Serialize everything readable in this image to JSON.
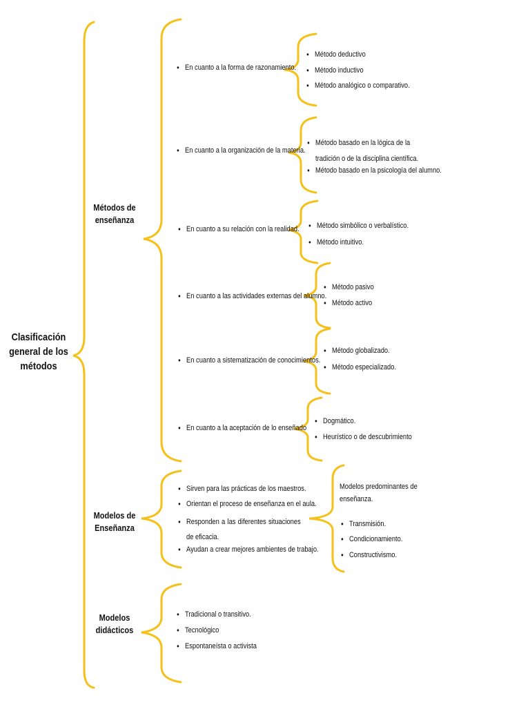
{
  "accent_color": "#F5C018",
  "root_title": "Clasificación general de los métodos",
  "sections": {
    "metodos": {
      "title": "Métodos de enseñanza",
      "criteria": [
        {
          "label": "En cuanto a la forma de razonamiento.",
          "items": [
            "Método deductivo",
            "Método inductivo",
            "Método analógico o comparativo."
          ]
        },
        {
          "label": "En cuanto a la organización de la materia.",
          "items": [
            "Método basado en la lógica de la tradición o de la disciplina científica.",
            "Método basado en la psicología del alumno."
          ]
        },
        {
          "label": "En cuanto a su relación con la realidad.",
          "items": [
            "Método simbólico o verbalístico.",
            "Método intuitivo."
          ]
        },
        {
          "label": "En cuanto a las actividades externas del alumno.",
          "items": [
            "Método pasivo",
            "Método activo"
          ]
        },
        {
          "label": "En cuanto a sistematización de conocimientos.",
          "items": [
            "Método globalizado.",
            "Método especializado."
          ]
        },
        {
          "label": "En cuanto a la aceptación de lo enseñado",
          "items": [
            "Dogmático.",
            "Heurístico o de descubrimiento"
          ]
        }
      ]
    },
    "modelos_ensenanza": {
      "title": "Modelos de Enseñanza",
      "points": [
        "Sirven para las prácticas de los maestros.",
        "Orientan el proceso de enseñanza en el aula.",
        "Responden a las diferentes situaciones de eficacia.",
        "Ayudan a crear mejores ambientes de trabajo."
      ],
      "predominant_title": "Modelos predominantes de enseñanza.",
      "predominant": [
        "Transmisión.",
        "Condicionamiento.",
        "Constructivismo."
      ]
    },
    "modelos_didacticos": {
      "title": "Modelos didácticos",
      "items": [
        "Tradicional o transitivo.",
        "Tecnológico",
        "Espontaneísta o activista"
      ]
    }
  }
}
